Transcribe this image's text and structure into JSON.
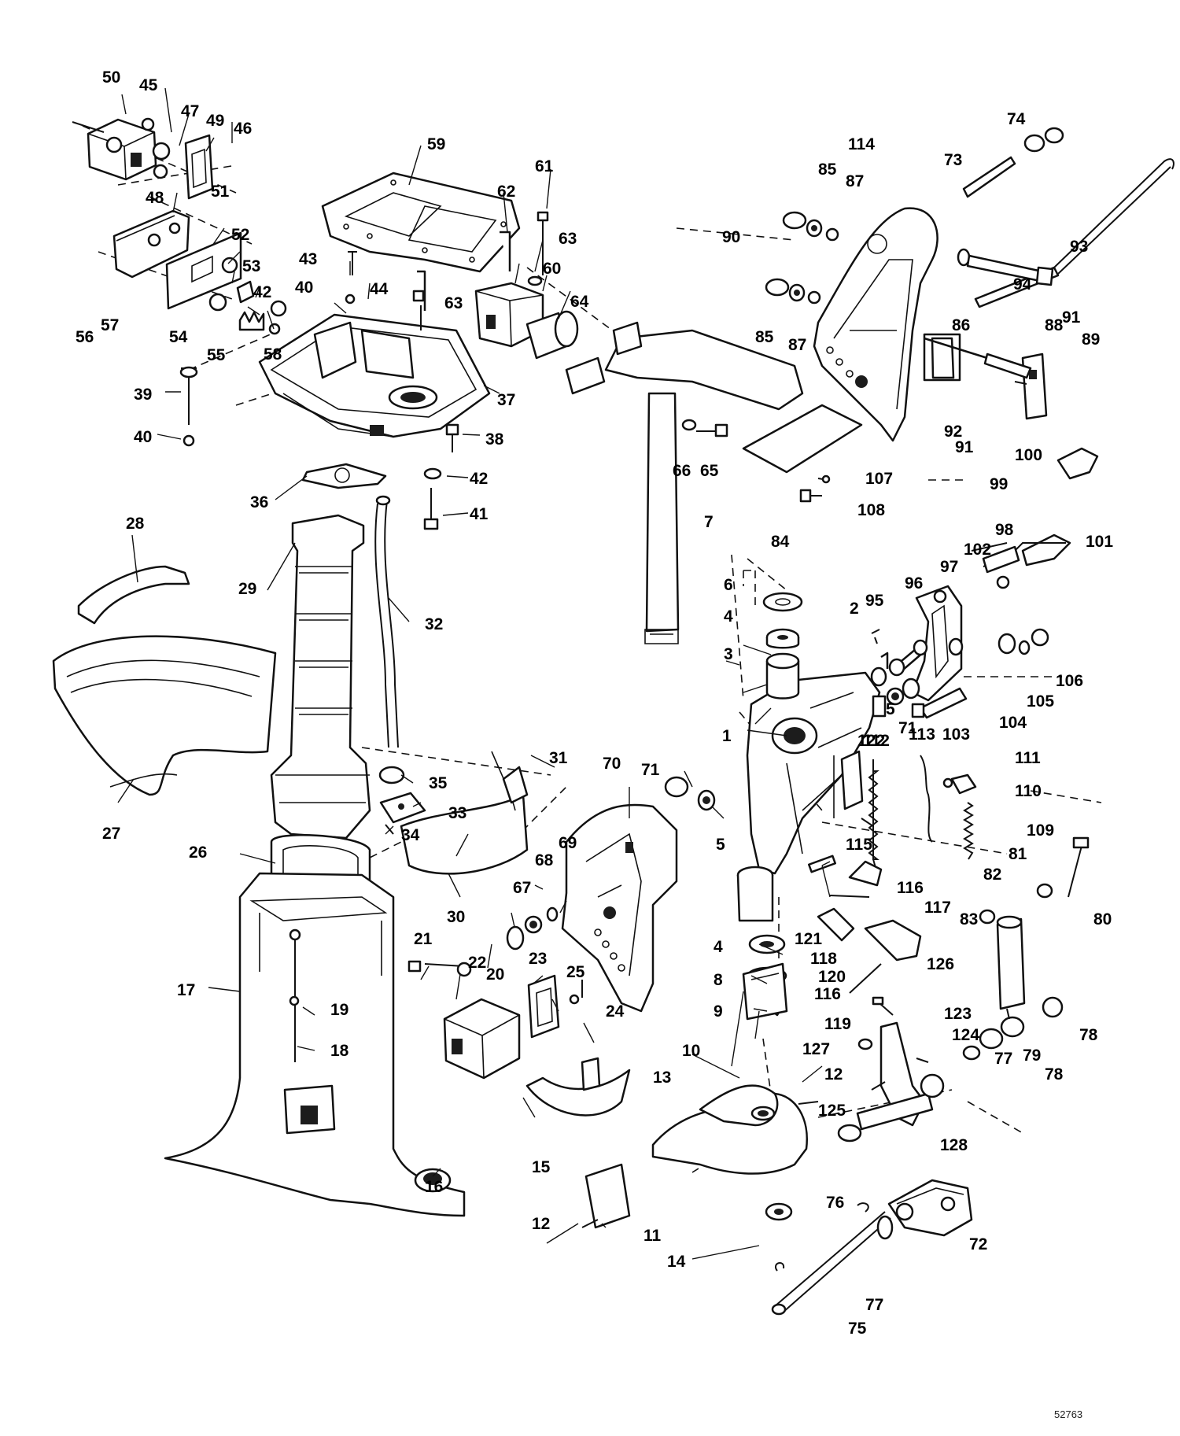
{
  "figure": {
    "reference_code": "52763",
    "part_numbers": [
      "1",
      "2",
      "3",
      "4",
      "5",
      "6",
      "7",
      "8",
      "9",
      "10",
      "11",
      "12",
      "13",
      "14",
      "15",
      "16",
      "17",
      "18",
      "19",
      "20",
      "21",
      "22",
      "23",
      "24",
      "25",
      "26",
      "27",
      "28",
      "29",
      "30",
      "31",
      "32",
      "33",
      "34",
      "35",
      "36",
      "37",
      "38",
      "39",
      "40",
      "41",
      "42",
      "43",
      "44",
      "45",
      "46",
      "47",
      "48",
      "49",
      "50",
      "51",
      "52",
      "53",
      "54",
      "55",
      "56",
      "57",
      "58",
      "59",
      "60",
      "61",
      "62",
      "63",
      "64",
      "65",
      "66",
      "67",
      "68",
      "69",
      "70",
      "71",
      "72",
      "73",
      "74",
      "75",
      "76",
      "77",
      "78",
      "79",
      "80",
      "81",
      "82",
      "83",
      "84",
      "85",
      "86",
      "87",
      "88",
      "89",
      "90",
      "91",
      "92",
      "93",
      "94",
      "95",
      "96",
      "97",
      "98",
      "99",
      "100",
      "101",
      "102",
      "103",
      "104",
      "105",
      "106",
      "107",
      "108",
      "109",
      "110",
      "111",
      "112",
      "113",
      "114",
      "115",
      "116",
      "117",
      "118",
      "119",
      "120",
      "121",
      "122",
      "123",
      "124",
      "125",
      "126",
      "127",
      "128"
    ]
  }
}
